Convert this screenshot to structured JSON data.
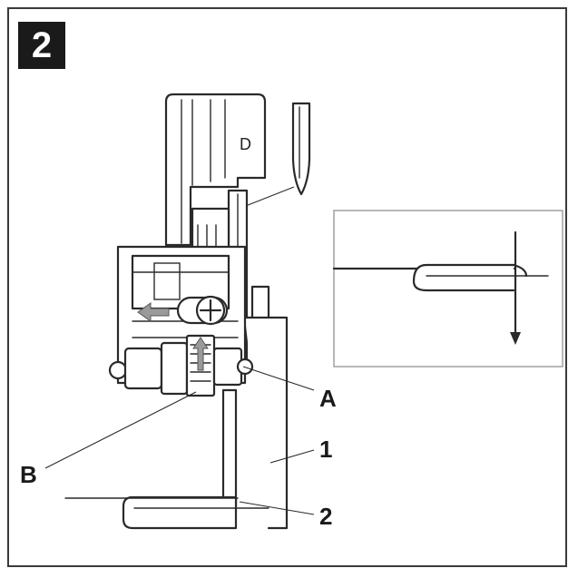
{
  "step": {
    "number": "2"
  },
  "labels": {
    "A": "A",
    "B": "B",
    "one": "1",
    "two": "2",
    "foot_mark": "D"
  },
  "colors": {
    "ink": "#2a2a2a",
    "badge_bg": "#1a1a1a",
    "badge_text": "#ffffff",
    "arrow_fill": "#9a9a9a"
  }
}
